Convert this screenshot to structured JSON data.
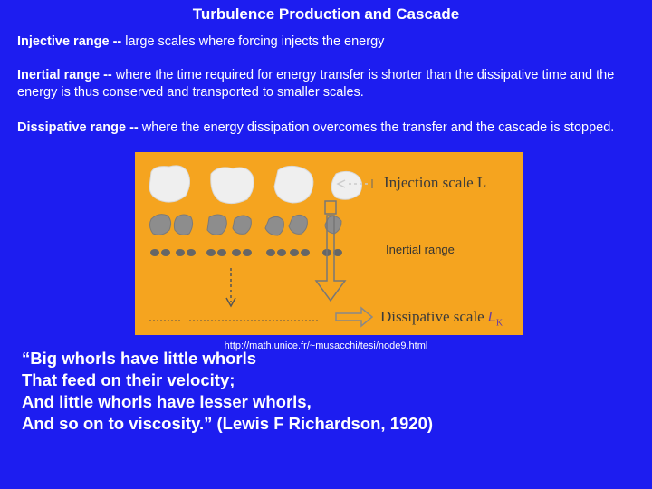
{
  "title": "Turbulence Production and Cascade",
  "paragraphs": {
    "injective": {
      "term": "Injective range --",
      "text": " large scales where forcing injects the energy"
    },
    "inertial": {
      "term": "Inertial range --",
      "text": " where the time required for energy transfer is shorter than the dissipative time and the energy is thus conserved and transported to smaller scales."
    },
    "dissipative": {
      "term": "Dissipative range --",
      "text": " where the energy dissipation overcomes the transfer and the cascade is stopped."
    }
  },
  "figure": {
    "injection_label": "Injection scale L",
    "inertial_label": "Inertial range",
    "dissipative_label": "Dissipative scale",
    "dissipative_symbol": "L",
    "dissipative_subscript": "K",
    "background_color": "#f5a41f"
  },
  "source_url": "http://math.unice.fr/~musacchi/tesi/node9.html",
  "quote": {
    "line1": "“Big whorls have little whorls",
    "line2": "That feed on their velocity;",
    "line3": "And little whorls have lesser whorls,",
    "line4": "And so on to viscosity.” (Lewis F Richardson, 1920)"
  }
}
